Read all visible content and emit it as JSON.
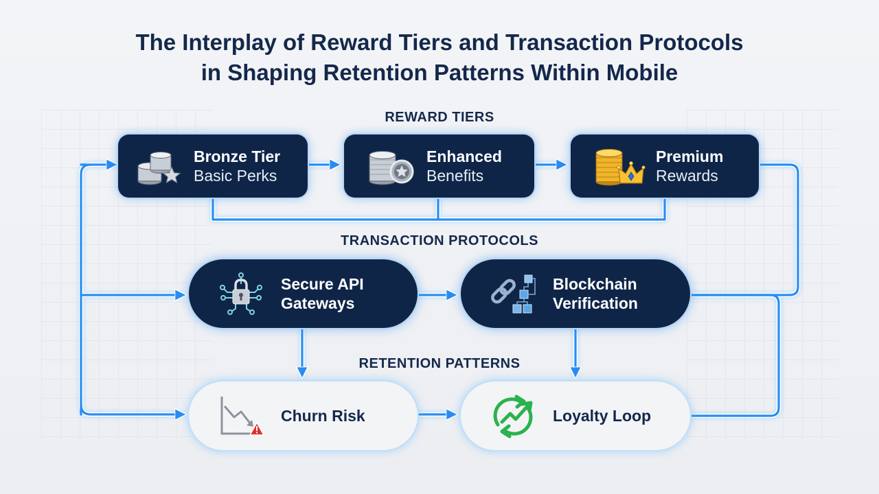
{
  "title": {
    "line1": "The Interplay of Reward Tiers and Transaction Protocols",
    "line2": "in Shaping Retention Patterns Within Mobile"
  },
  "sections": {
    "reward_tiers": "REWARD TIERS",
    "transaction_protocols": "TRANSACTION PROTOCOLS",
    "retention_patterns": "RETENTION PATTERNS"
  },
  "nodes": {
    "bronze": {
      "title": "Bronze Tier",
      "subtitle": "Basic Perks",
      "icon": "silver-coins-star-icon"
    },
    "enhanced": {
      "title": "Enhanced",
      "subtitle": "Benefits",
      "icon": "coins-medal-icon"
    },
    "premium": {
      "title": "Premium",
      "subtitle": "Rewards",
      "icon": "gold-coins-crown-icon"
    },
    "secure_api": {
      "line1": "Secure API",
      "line2": "Gateways",
      "icon": "network-lock-icon"
    },
    "blockchain": {
      "line1": "Blockchain",
      "line2": "Verification",
      "icon": "chain-blocks-icon"
    },
    "churn": {
      "label": "Churn Risk",
      "icon": "declining-chart-warning-icon"
    },
    "loyalty": {
      "label": "Loyalty Loop",
      "icon": "loop-arrows-icon"
    }
  },
  "colors": {
    "title_navy": "#14284b",
    "node_navy": "#0f2548",
    "flow_blue": "#2a8cf0",
    "glow_blue": "#8fd0ff",
    "loyalty_green": "#2bb24c",
    "warning_red": "#e0302e"
  }
}
